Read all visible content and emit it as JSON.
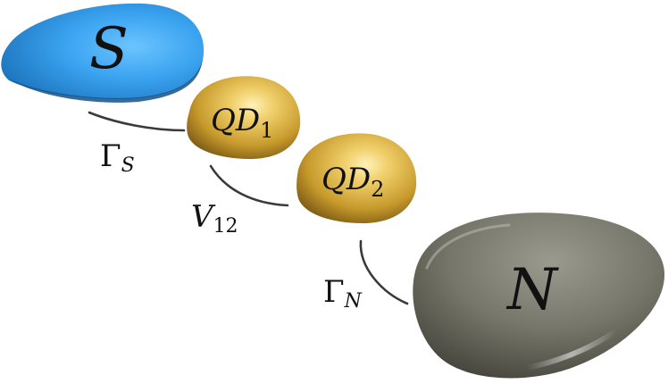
{
  "colors": {
    "superconductor": "#2a93e6",
    "quantum_dot": "#c8a02e",
    "normal_lead": "#707064",
    "coupling_line": "#3a3a3a"
  },
  "nodes": {
    "superconductor": {
      "label": "S"
    },
    "dot1": {
      "label_main": "QD",
      "label_sub": "1"
    },
    "dot2": {
      "label_main": "QD",
      "label_sub": "2"
    },
    "normal_lead": {
      "label": "N"
    }
  },
  "couplings": {
    "gamma_s": {
      "symbol": "Γ",
      "sub": "S"
    },
    "v12": {
      "symbol": "V",
      "sub": "12"
    },
    "gamma_n": {
      "symbol": "Γ",
      "sub": "N"
    }
  }
}
